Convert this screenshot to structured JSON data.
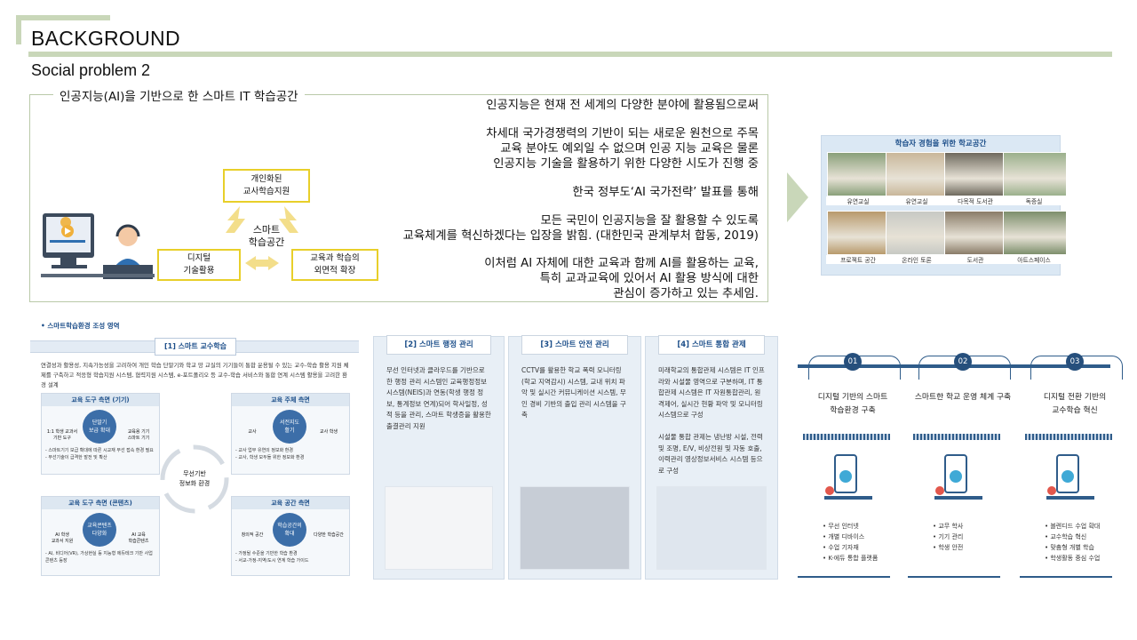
{
  "header": {
    "title": "BACKGROUND",
    "subtitle": "Social problem 2"
  },
  "top_box": {
    "label": "인공지능(AI)을 기반으로 한 스마트 IT 학습공간",
    "diagram": {
      "center": "스마트\n학습공간",
      "top_node": "개인화된\n교사학습지원",
      "left_node": "디지털\n기술활용",
      "right_node": "교육과 학습의\n외면적 확장"
    },
    "paragraphs": [
      "인공지능은 현재 전 세계의 다양한 분야에 활용됨으로써",
      "차세대 국가경쟁력의 기반이 되는 새로운 원천으로 주목\n교육 분야도 예외일 수 없으며 인공 지능 교육은 물론\n인공지능 기술을 활용하기 위한 다양한 시도가 진행 중",
      "한국 정부도‘AI 국가전략’ 발표를 통해",
      "모든 국민이 인공지능을 잘 활용할 수 있도록\n교육체계를 혁신하겠다는 입장을 밝힘. (대한민국 관계부처 합동, 2019)",
      "이처럼 AI 자체에 대한 교육과 함께 AI를 활용하는 교육,\n특히 교과교육에 있어서 AI 활용 방식에 대한\n관심이 증가하고 있는 추세임."
    ]
  },
  "photo_panel": {
    "title": "학습자 경험을 위한 학교공간",
    "photos": [
      {
        "label": "유연교실",
        "color": "#8aa07a"
      },
      {
        "label": "유연교실",
        "color": "#c9b79a"
      },
      {
        "label": "다목적 도서관",
        "color": "#6f6a5e"
      },
      {
        "label": "독증실",
        "color": "#9bb08c"
      },
      {
        "label": "프로젝트 공간",
        "color": "#b89a6c"
      },
      {
        "label": "온라인 토론",
        "color": "#c7c9c4"
      },
      {
        "label": "도서관",
        "color": "#8a7c68"
      },
      {
        "label": "아트스페이스",
        "color": "#7d8f6c"
      }
    ]
  },
  "infographic_a": {
    "title": "• 스마트학습환경 조성 영역",
    "heading": "[1] 스마트 교수학습",
    "intro": "연결성과 활용성, 지속가능성을 고려하여 개인 학습 단말기와 학교 망 교실의 기기들이 통합 운용될 수 있는 교수-학습 활용 지원 체제를 구축하고 적응형 학습지원 시스템, 협력지원 시스템, e-포트폴리오 등 교수-학습 서비스와 통합 연계 시스템 활용을 고려한 환경 설계",
    "center": "무선기반\n정보화 환경",
    "blocks": [
      {
        "title": "교육 도구 측면 (기기)",
        "center": "단말기\n보급 확대",
        "left": "1:1 학생 교과서\n기반 도구",
        "right": "교육용 기기\n스마트 기기",
        "notes": "- 스마트기기 보급 확대에 따른 시교재 무선 접속 환경 필요\n- 무선기술이 급격한 발전 및 확산"
      },
      {
        "title": "교육 주체 측면",
        "center": "서전지도\n활기",
        "left": "교사",
        "right": "교사 학생",
        "notes": "- 교사 업무 유연의 정보화 환경\n- 교사, 학생 모두들 위한 정보화 환경"
      },
      {
        "title": "교육 도구 측면 (콘텐츠)",
        "center": "교육콘텐츠\n다양화",
        "left": "AI 학생\n교과서 지원",
        "right": "AI 교육\n학습콘텐츠",
        "notes": "- AI, 비디어(VR), 가상현실 등 지능형 에듀테크 기반 사업 콘텐츠 등장"
      },
      {
        "title": "교육 공간 측면",
        "center": "학습공간의\n확대",
        "left": "창의적 공간",
        "right": "다양한 학습공간",
        "notes": "- 가정될 수준을 기반한 학습 환경\n- 서교-가정-지역/도시 연계 학습 가이드"
      }
    ]
  },
  "cards": [
    {
      "title": "[2] 스마트 행정 관리",
      "text": "무선 인터넷과 클라우드를 기반으로 한 행정 관리 시스템인 교육행정정보시스템(NEIS)과 연동(학생 행정 정보, 통계정보 연계)되어 학사일정, 성적 등을 관리, 스마트 학생증을 활용한 출결관리 지원",
      "image_color": "#f4f5f7"
    },
    {
      "title": "[3] 스마트 안전 관리",
      "text": "CCTV를 활용한 학교 폭력 모니터링(학교 지역감시) 시스템, 교내 위치 파악 및 실시간 커뮤니케이션 시스템, 무인 경비 기반의 출입 관리 시스템을 구축",
      "image_color": "#c7cdd6"
    },
    {
      "title": "[4] 스마트 통합 관제",
      "text": "미래학교의 통합관제 시스템은 IT 인프라와 시설물 영역으로 구분하며, IT 통합관제 시스템은 IT 자원통합관리, 원격제어, 실시간 현황 파악 및 모니터링 시스템으로 구성\n\n시설물 통합 관제는 냉난방 시설, 전력 및 조명, E/V, 비상전원 및 자동 호출, 이력관리 영상정보서비스 시스템 등으로 구성",
      "image_color": "#dfe6ee"
    }
  ],
  "columns": [
    {
      "num": "01",
      "title": "디지털 기반의 스마트\n학습환경 구축",
      "bullets": "• 무선 인터넷\n• 개별 디바이스\n• 수업 기자재\n• K-에듀 통합 플랫폼"
    },
    {
      "num": "02",
      "title": "스마트한 학교 운영 체계 구축",
      "bullets": "• 교무 학사\n• 기기 관리\n• 학생 안전"
    },
    {
      "num": "03",
      "title": "디지털 전환 기반의\n교수학습 혁신",
      "bullets": "• 블렌디드 수업 확대\n• 교수학습 혁신\n• 맞춤형 개별 학습\n• 학생활동 중심 수업"
    }
  ]
}
